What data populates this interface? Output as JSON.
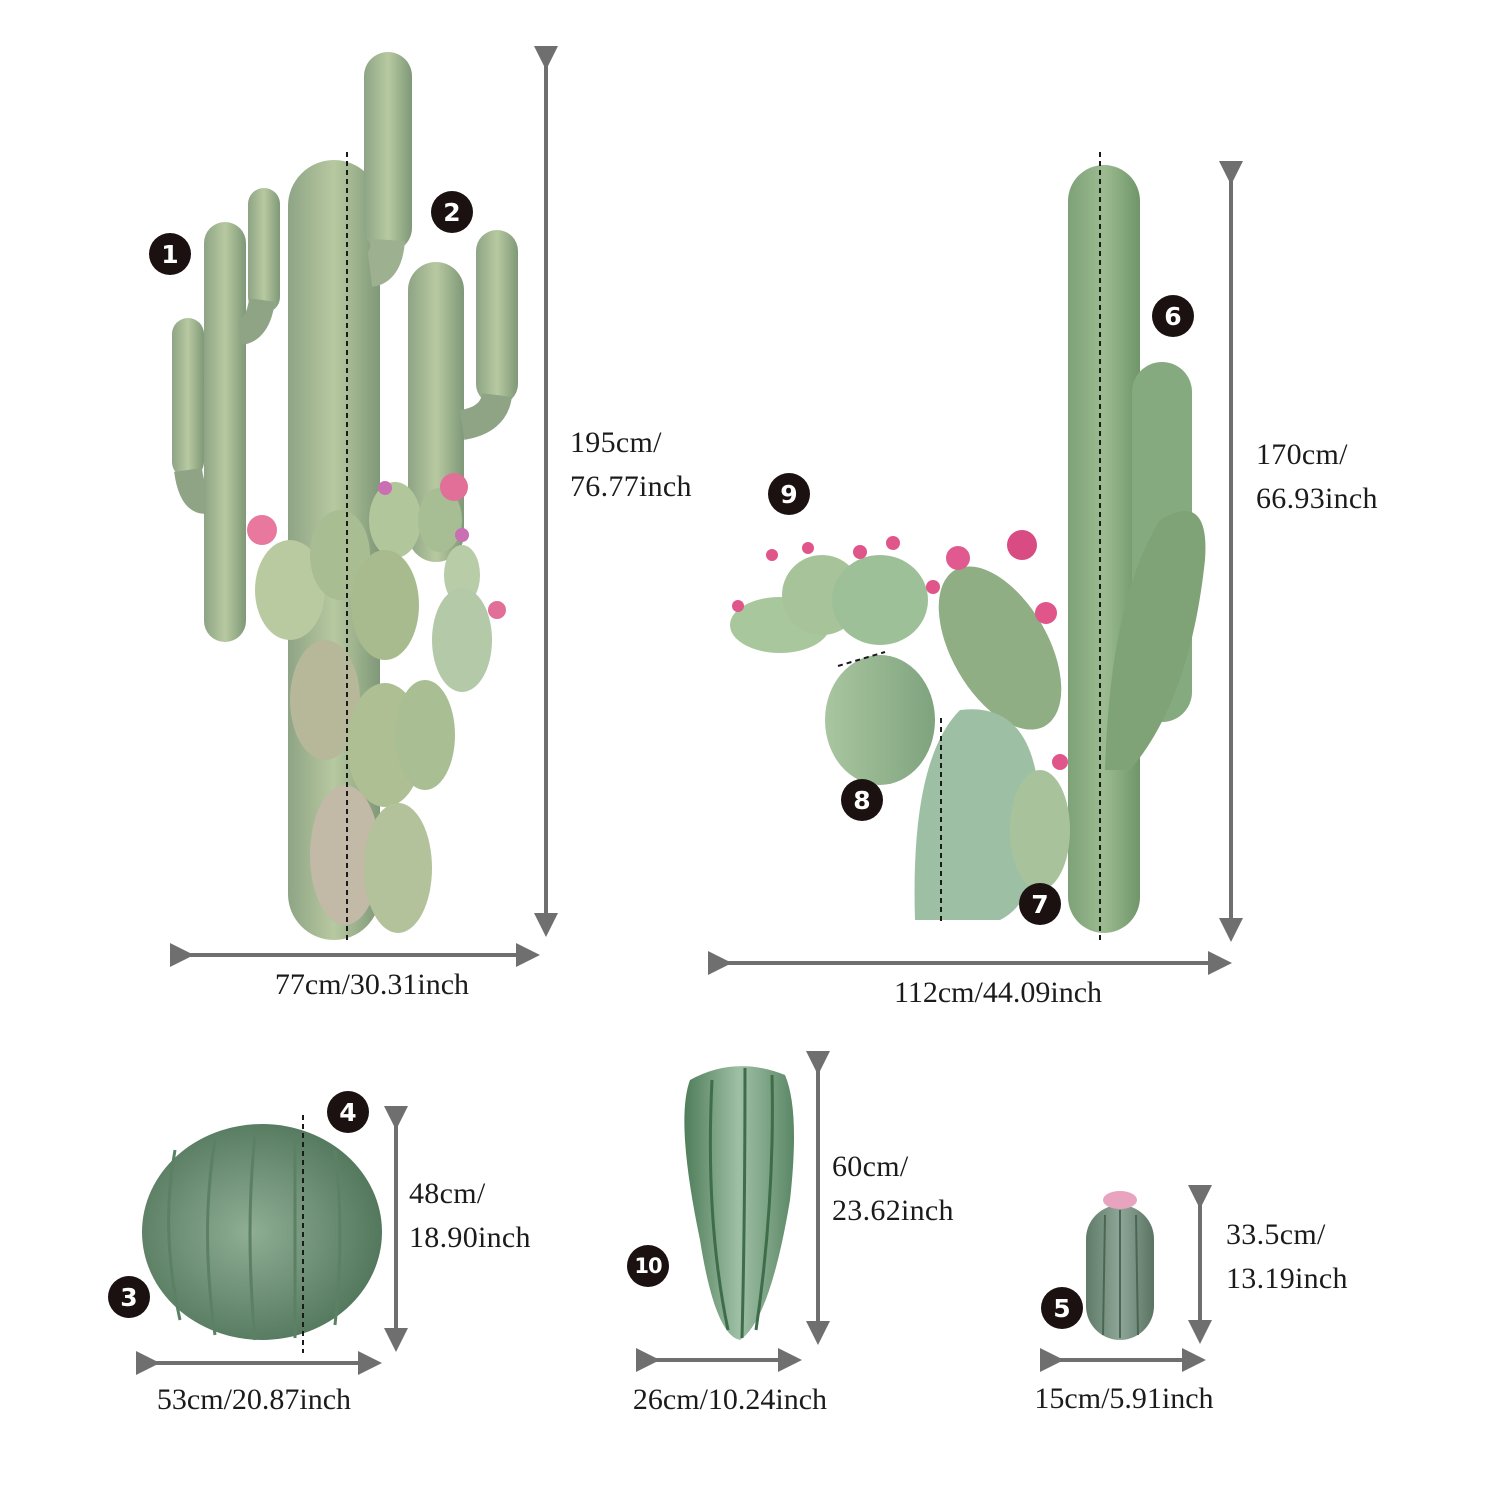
{
  "colors": {
    "arrow": "#6f6f6f",
    "badge": "#1a1110",
    "text": "#1b1b1b",
    "cactus_sage": "#a9bd93",
    "cactus_dark": "#6f8a6a",
    "cactus_green": "#8fb28a",
    "flower_pink": "#e0558a"
  },
  "markers": [
    {
      "id": "1",
      "label": "1"
    },
    {
      "id": "2",
      "label": "2"
    },
    {
      "id": "3",
      "label": "3"
    },
    {
      "id": "4",
      "label": "4"
    },
    {
      "id": "5",
      "label": "5"
    },
    {
      "id": "6",
      "label": "6"
    },
    {
      "id": "7",
      "label": "7"
    },
    {
      "id": "8",
      "label": "8"
    },
    {
      "id": "9",
      "label": "9"
    },
    {
      "id": "10",
      "label": "10"
    }
  ],
  "groups": {
    "saguaro_group": {
      "height_cm": "195cm/",
      "height_in": "76.77inch",
      "width": "77cm/30.31inch"
    },
    "prickly_group": {
      "height_cm": "170cm/",
      "height_in": "66.93inch",
      "width": "112cm/44.09inch"
    },
    "barrel": {
      "height_cm": "48cm/",
      "height_in": "18.90inch",
      "width": "53cm/20.87inch"
    },
    "column": {
      "height_cm": "60cm/",
      "height_in": "23.62inch",
      "width": "26cm/10.24inch"
    },
    "small": {
      "height_cm": "33.5cm/",
      "height_in": "13.19inch",
      "width": "15cm/5.91inch"
    }
  }
}
